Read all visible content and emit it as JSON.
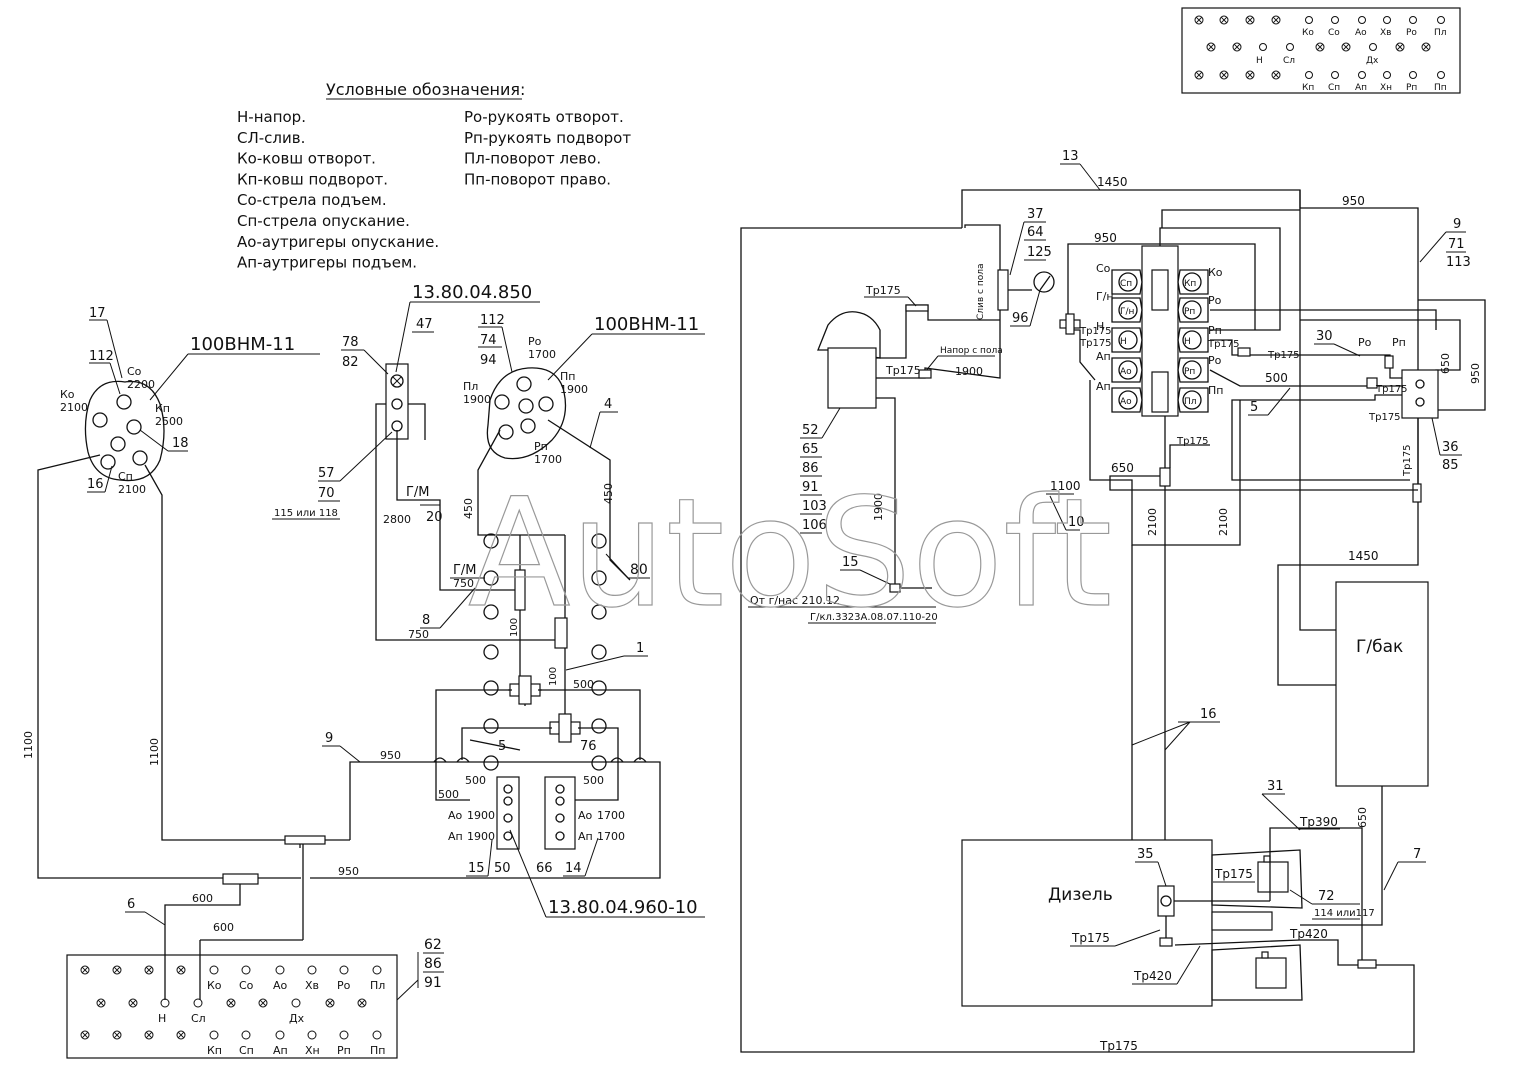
{
  "watermark": "AutoSoft",
  "legend": {
    "title": "Условные обозначения:",
    "left": [
      "Н-напор.",
      "СЛ-слив.",
      "Ко-ковш отворот.",
      "Кп-ковш подворот.",
      "Со-стрела подъем.",
      "Сп-стрела опускание.",
      "Ао-аутригеры опускание.",
      "Ап-аутригеры подъем."
    ],
    "right": [
      "Ро-рукоять отворот.",
      "Рп-рукоять подворот",
      "Пл-поворот лево.",
      "Пп-поворот право."
    ]
  },
  "panel_bottom": {
    "ref": [
      "62",
      "86",
      "91"
    ],
    "row1": [
      "Ко",
      "Со",
      "Ао",
      "Хв",
      "Ро",
      "Пл"
    ],
    "row2": [
      "Н",
      "Сл",
      "Дх"
    ],
    "row3": [
      "Кп",
      "Сп",
      "Ап",
      "Хн",
      "Рп",
      "Пп"
    ]
  },
  "panel_top": {
    "row1": [
      "Ко",
      "Со",
      "Ао",
      "Хв",
      "Ро",
      "Пл"
    ],
    "row2": [
      "Н",
      "Сл",
      "Дх"
    ],
    "row3": [
      "Кп",
      "Сп",
      "Ап",
      "Хн",
      "Рп",
      "Пп"
    ]
  },
  "left_distributor": {
    "title": "100ВНМ-11",
    "ports": [
      {
        "name": "Со",
        "value": "2200"
      },
      {
        "name": "Ко",
        "value": "2100"
      },
      {
        "name": "Кп",
        "value": "2500"
      },
      {
        "name": "Сп",
        "value": "2100"
      }
    ],
    "refs": [
      "17",
      "112",
      "18",
      "16"
    ]
  },
  "right_distributor": {
    "title": "100ВНМ-11",
    "refs": [
      "112",
      "74",
      "94"
    ],
    "ports": [
      {
        "name": "Ро",
        "value": "1700"
      },
      {
        "name": "Пл",
        "value": "1900"
      },
      {
        "name": "Пп",
        "value": "1900"
      },
      {
        "name": "Рп",
        "value": "1700"
      }
    ]
  },
  "valve_block": {
    "title": "13.80.04.850",
    "refs": [
      "78",
      "82",
      "47",
      "57",
      "70"
    ],
    "note": "115 или 118",
    "gm": "Г/М",
    "len": "2800",
    "ref20": "20"
  },
  "outrigger_block": {
    "title": "13.80.04.960-10",
    "left": [
      {
        "name": "Ао",
        "value": "1900"
      },
      {
        "name": "Ап",
        "value": "1900"
      }
    ],
    "right": [
      {
        "name": "Ао",
        "value": "1700"
      },
      {
        "name": "Ап",
        "value": "1700"
      }
    ],
    "refs": [
      "15",
      "50",
      "66",
      "14"
    ]
  },
  "left_labels": {
    "l1100a": "1100",
    "l1100b": "1100",
    "n9": "9",
    "n950": "950",
    "n950b": "950",
    "n6": "6",
    "n600a": "600",
    "n600b": "600",
    "n4": "4",
    "n450a": "450",
    "n450b": "450",
    "n80": "80",
    "gm": "Г/М",
    "n750a": "750",
    "n750b": "750",
    "n8": "8",
    "n100a": "100",
    "n100b": "100",
    "n1": "1",
    "n500a": "500",
    "n5": "5",
    "n76": "76",
    "n500b": "500",
    "n500c": "500",
    "n500d": "500"
  },
  "right_labels": {
    "n13": "13",
    "n1450": "1450",
    "n950top": "950",
    "n950b": "950",
    "n9": "9",
    "r71": "71",
    "r113": "113",
    "r37": "37",
    "r64": "64",
    "r125": "125",
    "tr175a": "Тр175",
    "sliv": "Слив с пола",
    "napor": "Напор с пола",
    "n96": "96",
    "n1900a": "1900",
    "refs52": [
      "52",
      "65",
      "86",
      "91",
      "103",
      "106"
    ],
    "n1900b": "1900",
    "n15": "15",
    "ot": "От г/нас 210.12",
    "gkl": "Г/кл.3323А.08.07.110-20",
    "n30": "30",
    "ro": "Ро",
    "rp": "Рп",
    "n650a": "650",
    "n950c": "950",
    "n500": "500",
    "n5": "5",
    "n36": "36",
    "n85": "85",
    "tr175b": "Тр175",
    "tr175c": "Тр175",
    "tr175d": "Тр175",
    "n650b": "650",
    "n1100": "1100",
    "n10": "10",
    "n2100a": "2100",
    "n2100b": "2100",
    "n1450b": "1450",
    "tank": "Г/бак",
    "n16": "16",
    "n650c": "650",
    "n7": "7",
    "n31": "31",
    "tr390": "Тр390",
    "tr175e": "Тр175",
    "n72": "72",
    "n114": "114 или117",
    "tr420a": "Тр420",
    "n35": "35",
    "diesel": "Дизель",
    "tr175f": "Тр175",
    "tr420b": "Тр420",
    "tr175g": "Тр175"
  },
  "main_dist": {
    "left": [
      "Со",
      "Г/н",
      "Н",
      "Ап",
      "Ап"
    ],
    "left_sym": [
      "Сп",
      "Г/н",
      "Н",
      "Ао",
      "Ао"
    ],
    "right": [
      "Ко",
      "Ро",
      "Рп",
      "Ро",
      "Пп"
    ],
    "right_sym": [
      "Кп",
      "Рп",
      "Н",
      "Рп",
      "Пл"
    ],
    "tr175": "Тр175",
    "tr175b": "Тр175",
    "n950": "950"
  }
}
